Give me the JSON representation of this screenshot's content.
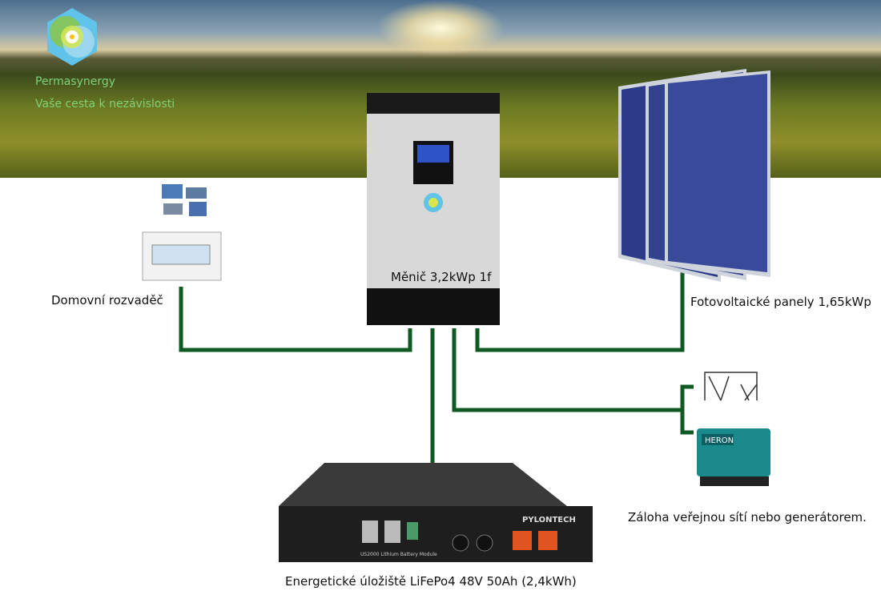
{
  "brand": {
    "name": "Permasynergy",
    "tagline": "Vaše cesta k nezávislosti"
  },
  "labels": {
    "distribution_board": "Domovní rozvaděč",
    "inverter": "Měnič 3,2kWp 1f",
    "pv_panels": "Fotovoltaické panely 1,65kWp",
    "backup": "Záloha veřejnou sítí nebo generátorem.",
    "battery": "Energetické úložiště LiFePo4 48V 50Ah (2,4kWh)"
  },
  "device_text": {
    "battery_brand": "PYLONTECH",
    "battery_model": "US2000 Lithium Battery Module",
    "generator_brand": "HERON"
  },
  "colors": {
    "wire": "#0f5a23",
    "brand_text": "#7fd07a"
  }
}
